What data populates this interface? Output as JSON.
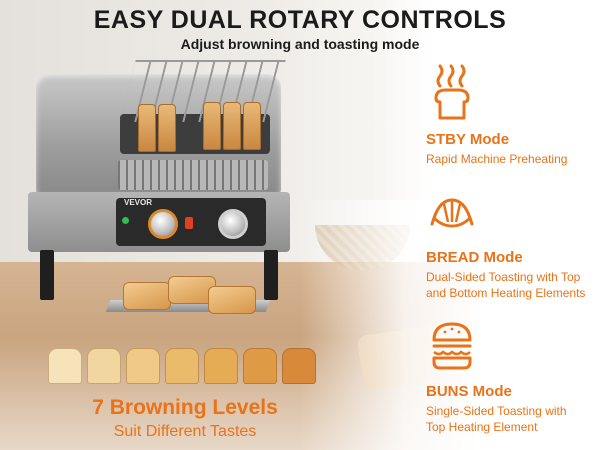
{
  "header": {
    "title": "EASY DUAL ROTARY CONTROLS",
    "subtitle": "Adjust browning and toasting mode"
  },
  "product": {
    "brand": "VEVOR"
  },
  "browning": {
    "title": "7 Browning Levels",
    "subtitle": "Suit Different Tastes",
    "levels": 7
  },
  "modes": [
    {
      "title": "STBY Mode",
      "description": "Rapid Machine Preheating",
      "icon": "toaster-steam-icon"
    },
    {
      "title": "BREAD Mode",
      "description": "Dual-Sided Toasting with Top and Bottom Heating Elements",
      "icon": "croissant-icon"
    },
    {
      "title": "BUNS Mode",
      "description": "Single-Sided Toasting with Top Heating Element",
      "icon": "burger-icon"
    }
  ],
  "colors": {
    "accent": "#e8731a",
    "title": "#1b1b1b"
  }
}
